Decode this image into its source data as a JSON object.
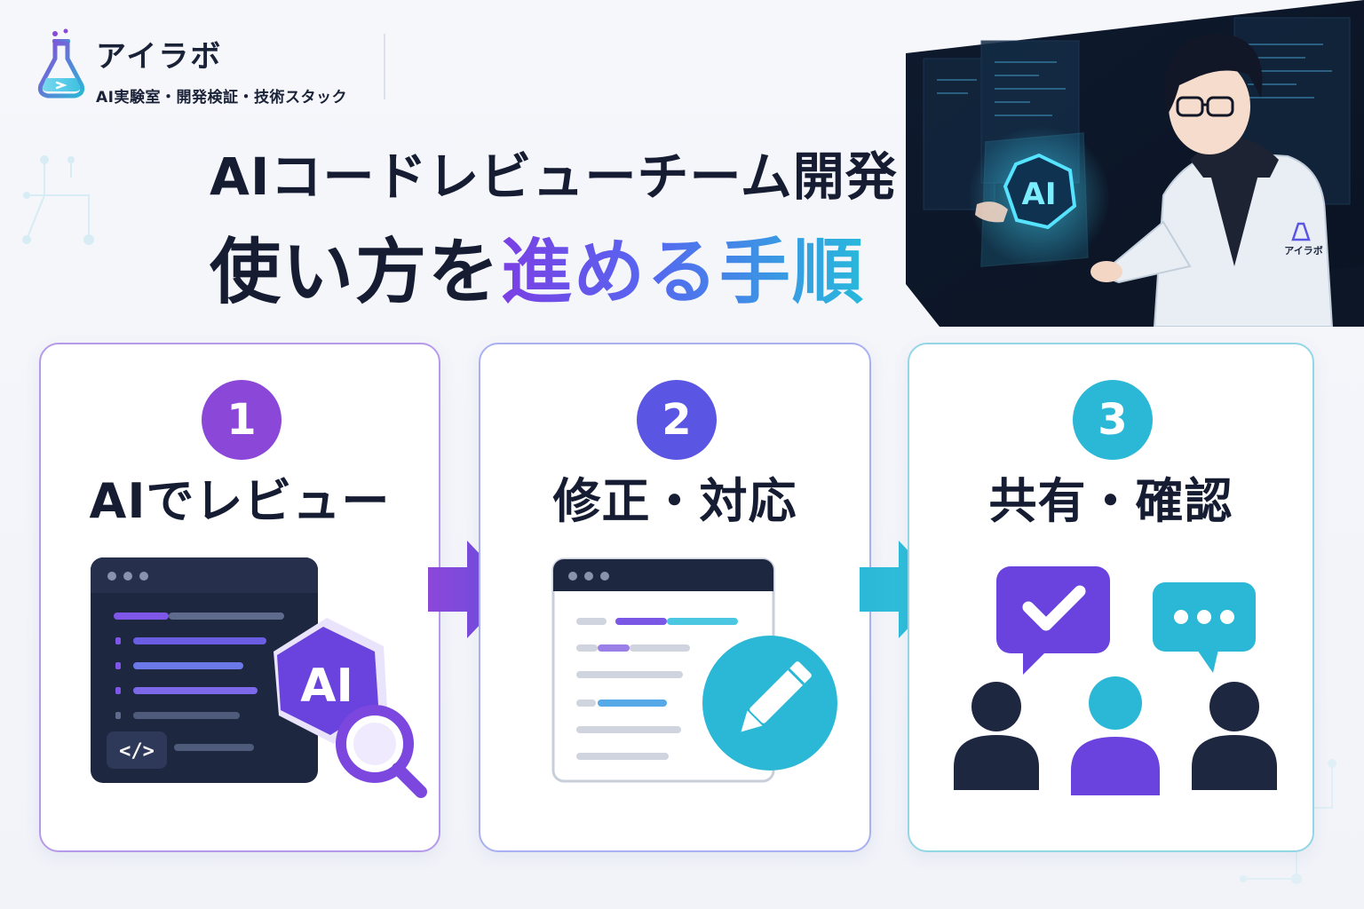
{
  "brand": {
    "name": "アイラボ",
    "tagline": "AI実験室・開発検証・技術スタック"
  },
  "title": {
    "line1": "AIコードレビューチーム開発",
    "line2_plain": "使い方を",
    "line2_highlight": "進める手順"
  },
  "hero": {
    "ai_badge": "AI",
    "coat_logo": "アイラボ"
  },
  "steps": [
    {
      "number": "1",
      "label": "AIでレビュー",
      "badge": "AI",
      "code_tag": "</>"
    },
    {
      "number": "2",
      "label": "修正・対応"
    },
    {
      "number": "3",
      "label": "共有・確認"
    }
  ],
  "colors": {
    "purple": "#8b47d8",
    "indigo": "#5a55e3",
    "cyan": "#2bb7d6",
    "navy": "#1e2740"
  }
}
